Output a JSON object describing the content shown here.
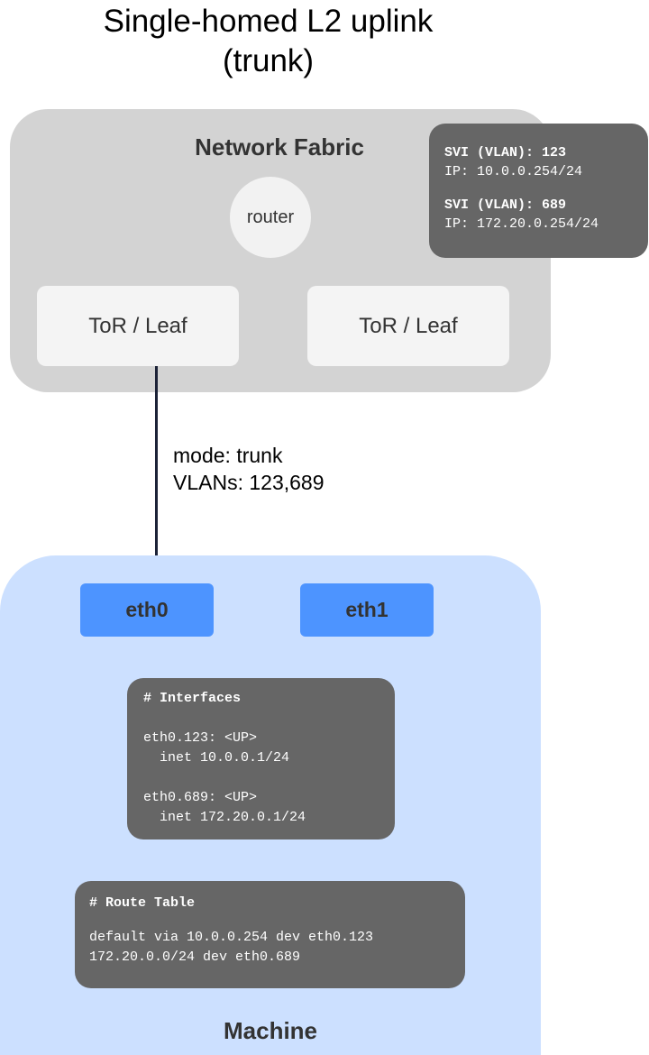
{
  "title": {
    "line1": "Single-homed L2 uplink",
    "line2": "(trunk)"
  },
  "fabric": {
    "label": "Network Fabric",
    "router_label": "router",
    "tor_left_label": "ToR / Leaf",
    "tor_right_label": "ToR / Leaf",
    "svi": [
      {
        "header": "SVI (VLAN): 123",
        "ip": "IP: 10.0.0.254/24"
      },
      {
        "header": "SVI (VLAN): 689",
        "ip": "IP: 172.20.0.254/24"
      }
    ]
  },
  "uplink": {
    "mode": "mode: trunk",
    "vlans": "VLANs: 123,689"
  },
  "machine": {
    "label": "Machine",
    "nics": [
      "eth0",
      "eth1"
    ],
    "interfaces": {
      "heading": "# Interfaces",
      "entries": [
        {
          "name": "eth0.123: <UP>",
          "inet": "  inet 10.0.0.1/24"
        },
        {
          "name": "eth0.689: <UP>",
          "inet": "  inet 172.20.0.1/24"
        }
      ]
    },
    "route_table": {
      "heading": "# Route Table",
      "routes": [
        "default via 10.0.0.254 dev eth0.123",
        "172.20.0.0/24 dev eth0.689"
      ]
    }
  },
  "colors": {
    "fabric_bg": "#d3d3d3",
    "machine_bg": "#cce0ff",
    "nic": "#4d94ff",
    "code_box": "#666666",
    "uplink_line": "#1c2237"
  }
}
